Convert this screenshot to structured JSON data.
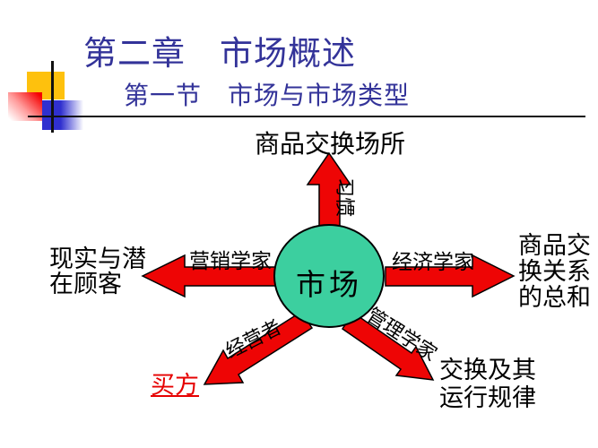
{
  "slide": {
    "title": "第二章　市场概述",
    "subtitle": "第一节　市场与市场类型",
    "colors": {
      "heading_text": "#333399",
      "arrow_fill": "#ee0505",
      "arrow_outline": "#000000",
      "circle_fill": "#3ccf9f",
      "circle_outline": "#000000",
      "emphasis_red": "#e60000",
      "decor_yellow": "#fec10d",
      "decor_red": "#f50000",
      "decor_blue": "#3030cf"
    },
    "diagram": {
      "center_label": "市场",
      "top": {
        "viewer": "习惯",
        "definition": "商品交换场所"
      },
      "left": {
        "viewer": "营销学家",
        "definition": "现实与潜在顾客"
      },
      "right": {
        "viewer": "经济学家",
        "definition": "商品交换关系的总和"
      },
      "bottom_left": {
        "viewer": "经营者",
        "definition": "买方"
      },
      "bottom_right": {
        "viewer": "管理学家",
        "definition": "交换及其运行规律"
      }
    }
  }
}
